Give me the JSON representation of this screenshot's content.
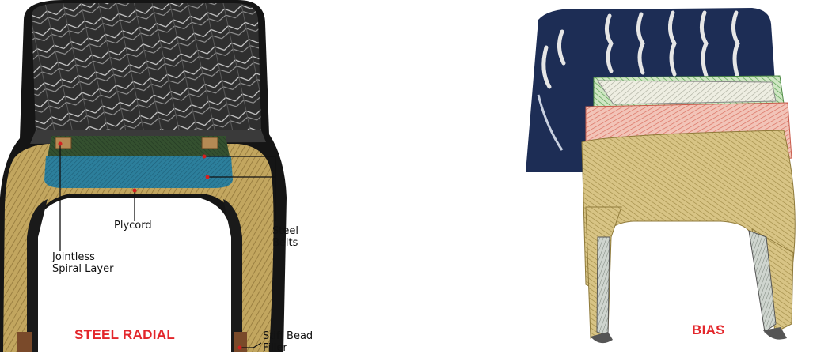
{
  "radial": {
    "title": "STEEL RADIAL",
    "labels": {
      "plycord": "Plycord",
      "jointless": "Jointless\nSpiral Layer",
      "steel_belts": "Steel\nBelts",
      "stiff_bead": "Stiff Bead\nFiller"
    }
  },
  "bias": {
    "title": "BIAS"
  },
  "colors": {
    "caption": "#e3262b",
    "tread": "#2b2b2b",
    "radial_belt_green": "#2f4a2e",
    "radial_belt_blue": "#2c7f9c",
    "carcass_tan": "#b79a55",
    "bias_navy": "#1d2d55",
    "bias_ply_light": "#d9dccb",
    "bias_ply_green": "#6ba760",
    "bias_ply_red": "#e08b7d",
    "bias_ply_tan": "#c9b16a"
  }
}
